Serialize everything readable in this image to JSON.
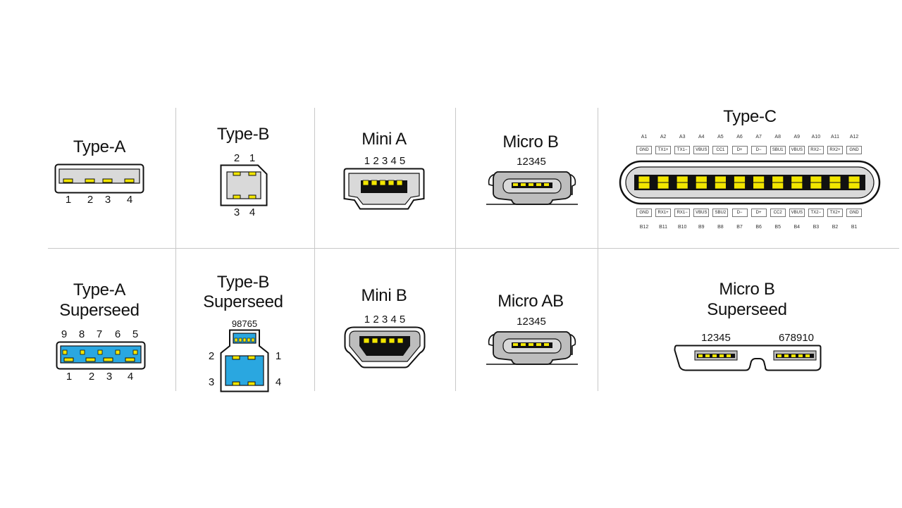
{
  "connectors": {
    "type_a": {
      "title": "Type-A",
      "pins": [
        "1",
        "2",
        "3",
        "4"
      ]
    },
    "type_b": {
      "title": "Type-B",
      "pins_top": [
        "2",
        "1"
      ],
      "pins_bottom": [
        "3",
        "4"
      ]
    },
    "mini_a": {
      "title": "Mini A",
      "pin_row": "1 2 3 4 5"
    },
    "micro_b": {
      "title": "Micro B",
      "pin_row": "12345"
    },
    "type_c": {
      "title": "Type-C",
      "top_ids": [
        "A1",
        "A2",
        "A3",
        "A4",
        "A5",
        "A6",
        "A7",
        "A8",
        "A9",
        "A10",
        "A11",
        "A12"
      ],
      "top_signals": [
        "GND",
        "TX1+",
        "TX1−",
        "VBUS",
        "CC1",
        "D+",
        "D−",
        "SBU1",
        "VBUS",
        "RX2−",
        "RX2+",
        "GND"
      ],
      "bottom_signals": [
        "GND",
        "RX1+",
        "RX1−",
        "VBUS",
        "SBU2",
        "D−",
        "D+",
        "CC2",
        "VBUS",
        "TX2−",
        "TX2+",
        "GND"
      ],
      "bottom_ids": [
        "B12",
        "B11",
        "B10",
        "B9",
        "B8",
        "B7",
        "B6",
        "B5",
        "B4",
        "B3",
        "B2",
        "B1"
      ]
    },
    "type_a_ss": {
      "title_line1": "Type-A",
      "title_line2": "Superseed",
      "pins_top": [
        "9",
        "8",
        "7",
        "6",
        "5"
      ],
      "pins_bottom": [
        "1",
        "2",
        "3",
        "4"
      ]
    },
    "type_b_ss": {
      "title_line1": "Type-B",
      "title_line2": "Superseed",
      "pin_row_top": "98765",
      "pins_left": [
        "2",
        "3"
      ],
      "pins_right": [
        "1",
        "4"
      ]
    },
    "mini_b": {
      "title": "Mini B",
      "pin_row": "1 2 3 4 5"
    },
    "micro_ab": {
      "title": "Micro AB",
      "pin_row": "12345"
    },
    "micro_b_ss": {
      "title_line1": "Micro B",
      "title_line2": "Superseed",
      "pin_row_left": "12345",
      "pin_row_right": "678910"
    }
  },
  "colors": {
    "outline": "#111111",
    "body_gray": "#d9d9d9",
    "contact_yellow": "#f2e600",
    "superspeed_blue": "#2aa7e0",
    "grid_line": "#c8c8c8"
  }
}
